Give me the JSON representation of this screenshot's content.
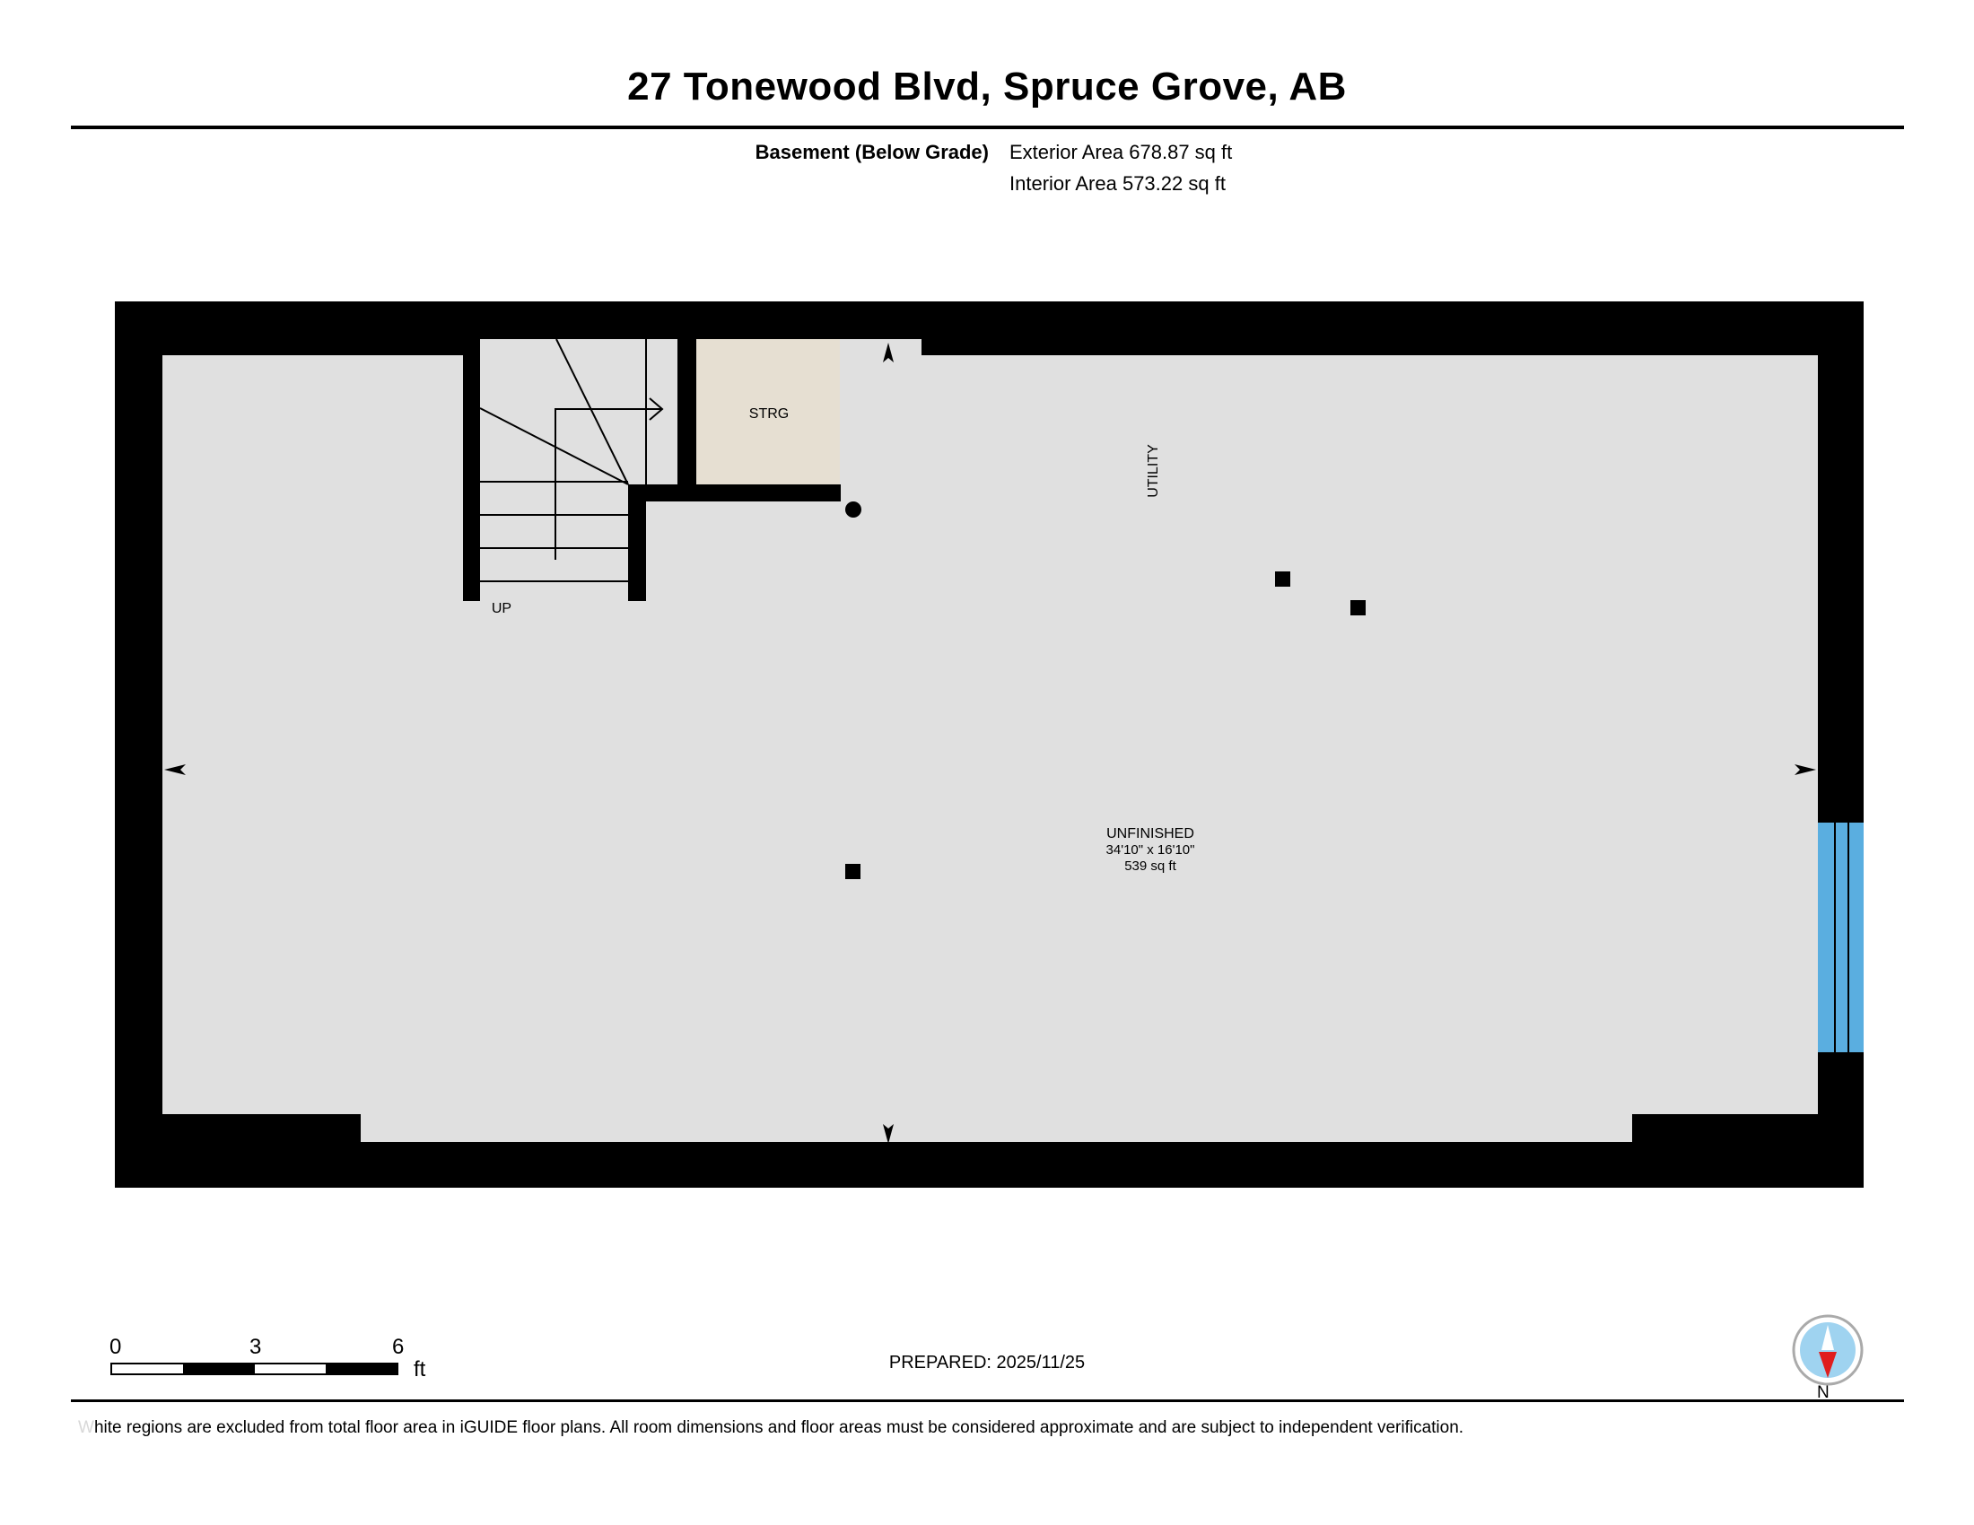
{
  "header": {
    "title": "27 Tonewood Blvd, Spruce Grove, AB",
    "floor_label": "Basement (Below Grade)",
    "exterior_area": "Exterior Area 678.87 sq ft",
    "interior_area": "Interior Area 573.22 sq ft"
  },
  "plan": {
    "rooms": {
      "storage": "STRG",
      "utility": "UTILITY",
      "stairs": "UP",
      "main_name": "UNFINISHED",
      "main_dims": "34'10\" x 16'10\"",
      "main_area": "539 sq ft"
    },
    "colors": {
      "wall": "#000000",
      "floor": "#e0e0e0",
      "storage_floor": "#e6dfd2",
      "window": "#5aaee0"
    }
  },
  "scale_bar": {
    "ticks": [
      "0",
      "3",
      "6"
    ],
    "unit": "ft"
  },
  "footer": {
    "prepared": "PREPARED: 2025/11/25",
    "compass_label": "N",
    "disclaimer_first": "W",
    "disclaimer_rest": "hite regions are excluded from total floor area in iGUIDE floor plans. All room dimensions and floor areas must be considered approximate and are subject to independent verification."
  }
}
